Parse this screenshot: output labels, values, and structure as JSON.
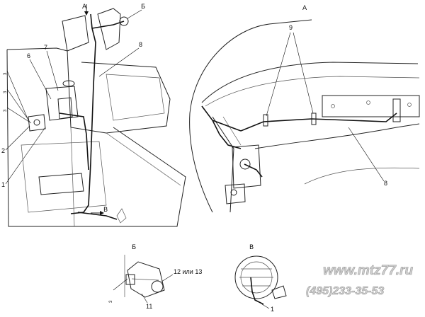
{
  "view_labels": {
    "view_a": "А",
    "view_b": "Б",
    "view_v": "В"
  },
  "callouts": {
    "c1": "1",
    "c2": "2",
    "c6": "6",
    "c7": "7",
    "c8": "8",
    "c9": "9",
    "c8b": "8",
    "c1b": "1",
    "c11": "11",
    "c12_13": "12 или 13"
  },
  "side_marks": {
    "mark_a": "3",
    "mark_b": "3",
    "mark_c": "3",
    "mark_d": "3"
  },
  "watermark": {
    "site": "www.mtz77.ru",
    "phone": "(495)233-35-53"
  },
  "colors": {
    "ink": "#111111",
    "watermark_fill": "#cfcfcf",
    "watermark_edge": "#9a9a9a"
  }
}
